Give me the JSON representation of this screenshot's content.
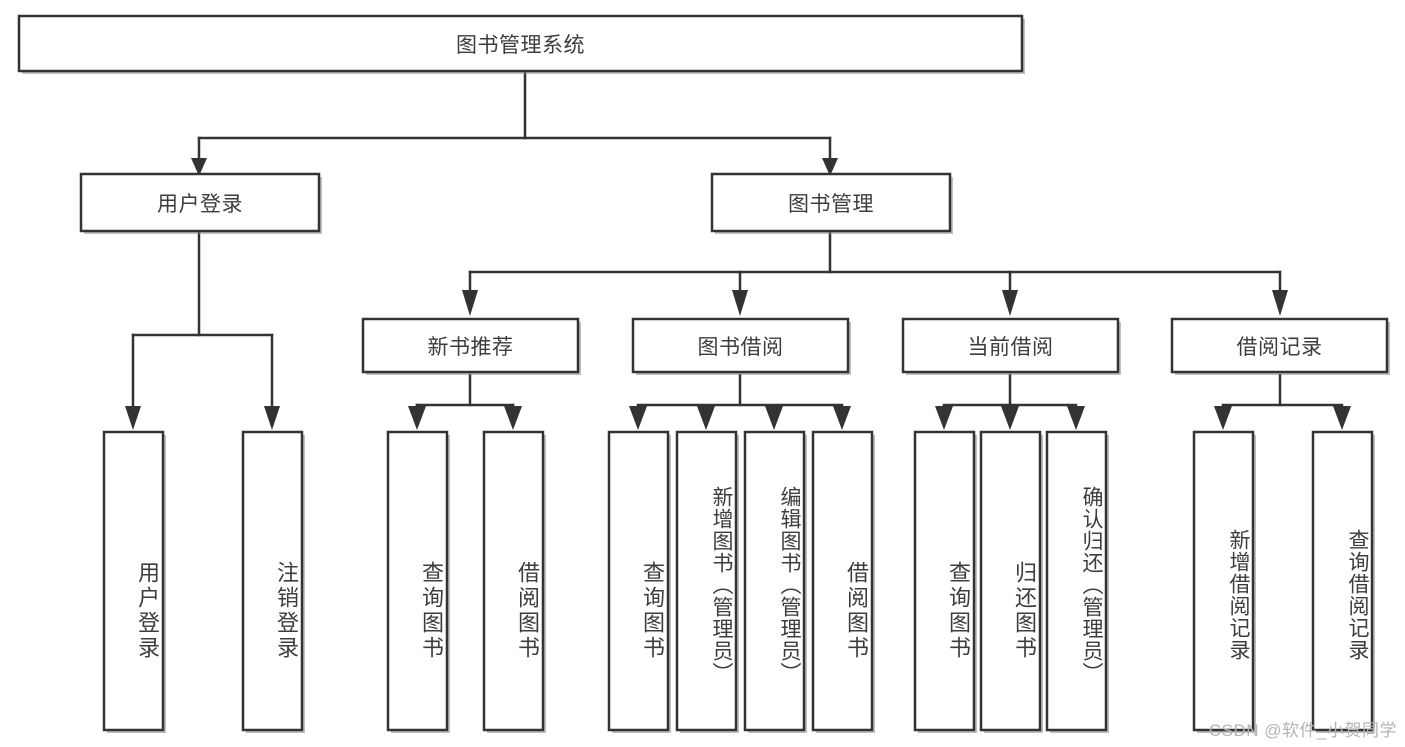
{
  "diagram": {
    "type": "tree-hierarchy",
    "title": "图书管理系统",
    "watermark": "CSDN @软件_小贺同学",
    "colors": {
      "box_stroke": "#333333",
      "box_fill": "#ffffff",
      "text": "#3d3d3d",
      "background": "#ffffff",
      "watermark": "#b4b4b4"
    },
    "levels": {
      "root": {
        "label": "图书管理系统",
        "orientation": "horizontal"
      },
      "level1": [
        {
          "label": "用户登录",
          "orientation": "horizontal"
        },
        {
          "label": "图书管理",
          "orientation": "horizontal"
        }
      ],
      "level2": [
        {
          "label": "新书推荐",
          "orientation": "horizontal",
          "parent": "图书管理"
        },
        {
          "label": "图书借阅",
          "orientation": "horizontal",
          "parent": "图书管理"
        },
        {
          "label": "当前借阅",
          "orientation": "horizontal",
          "parent": "图书管理"
        },
        {
          "label": "借阅记录",
          "orientation": "horizontal",
          "parent": "图书管理"
        }
      ],
      "leaves": [
        {
          "label": "用户登录",
          "orientation": "vertical",
          "parent": "用户登录"
        },
        {
          "label": "注销登录",
          "orientation": "vertical",
          "parent": "用户登录"
        },
        {
          "label": "查询图书",
          "orientation": "vertical",
          "parent": "新书推荐"
        },
        {
          "label": "借阅图书",
          "orientation": "vertical",
          "parent": "新书推荐"
        },
        {
          "label": "查询图书",
          "orientation": "vertical",
          "parent": "图书借阅"
        },
        {
          "label": "新增图书（管理员）",
          "orientation": "vertical",
          "parent": "图书借阅"
        },
        {
          "label": "编辑图书（管理员）",
          "orientation": "vertical",
          "parent": "图书借阅"
        },
        {
          "label": "借阅图书",
          "orientation": "vertical",
          "parent": "图书借阅"
        },
        {
          "label": "查询图书",
          "orientation": "vertical",
          "parent": "当前借阅"
        },
        {
          "label": "归还图书",
          "orientation": "vertical",
          "parent": "当前借阅"
        },
        {
          "label": "确认归还（管理员）",
          "orientation": "vertical",
          "parent": "当前借阅"
        },
        {
          "label": "新增借阅记录",
          "orientation": "vertical",
          "parent": "借阅记录"
        },
        {
          "label": "查询借阅记录",
          "orientation": "vertical",
          "parent": "借阅记录"
        }
      ]
    }
  }
}
